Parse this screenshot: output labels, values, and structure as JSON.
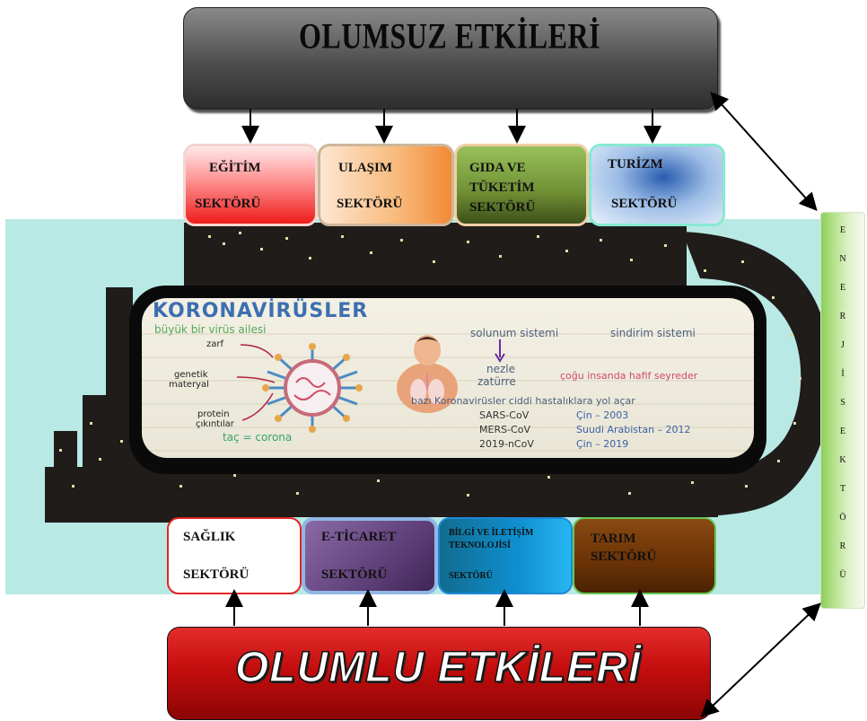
{
  "header_top": "OLUMSUZ ETKİLERİ",
  "header_bottom": "OLUMLU ETKİLERİ",
  "top_sectors": [
    {
      "line1": "EĞİTİM",
      "line2": "SEKTÖRÜ"
    },
    {
      "line1": "ULAŞIM",
      "line2": "SEKTÖRÜ"
    },
    {
      "line1": "GIDA VE",
      "line2": "TÜKETİM",
      "line3": "SEKTÖRÜ"
    },
    {
      "line1": "TURİZM",
      "line2": "SEKTÖRÜ"
    }
  ],
  "bottom_sectors": [
    {
      "line1": "SAĞLIK",
      "line2": "SEKTÖRÜ"
    },
    {
      "line1": "E-TİCARET",
      "line2": "SEKTÖRÜ"
    },
    {
      "line1": "BİLGİ VE İLETİŞİM",
      "line2": "TEKNOLOJİSİ",
      "line3": "SEKTÖRÜ"
    },
    {
      "line1": "TARIM",
      "line2": "SEKTÖRÜ"
    }
  ],
  "energy_letters": [
    "E",
    "N",
    "E",
    "R",
    "J",
    "İ",
    "S",
    "E",
    "K",
    "T",
    "Ö",
    "R",
    "Ü"
  ],
  "corona": {
    "title": "KORONAVİRÜSLER",
    "subtitle": "büyük bir virüs ailesi",
    "labels": {
      "zarf": "zarf",
      "genetic1": "genetik",
      "genetic2": "materyal",
      "protein1": "protein",
      "protein2": "çıkıntılar",
      "crown": "taç = corona",
      "respiratory": "solunum sistemi",
      "digestive": "sindirim sistemi",
      "cold": "nezle",
      "mild": "çoğu insanda hafif seyreder",
      "pneumonia": "zatürre",
      "serious": "bazı Koronavirüsler ciddi hastalıklara yol açar"
    },
    "table": [
      {
        "name": "SARS-CoV",
        "place": "Çin – 2003"
      },
      {
        "name": "MERS-CoV",
        "place": "Suudi Arabistan – 2012"
      },
      {
        "name": "2019-nCoV",
        "place": "Çin – 2019"
      }
    ]
  }
}
